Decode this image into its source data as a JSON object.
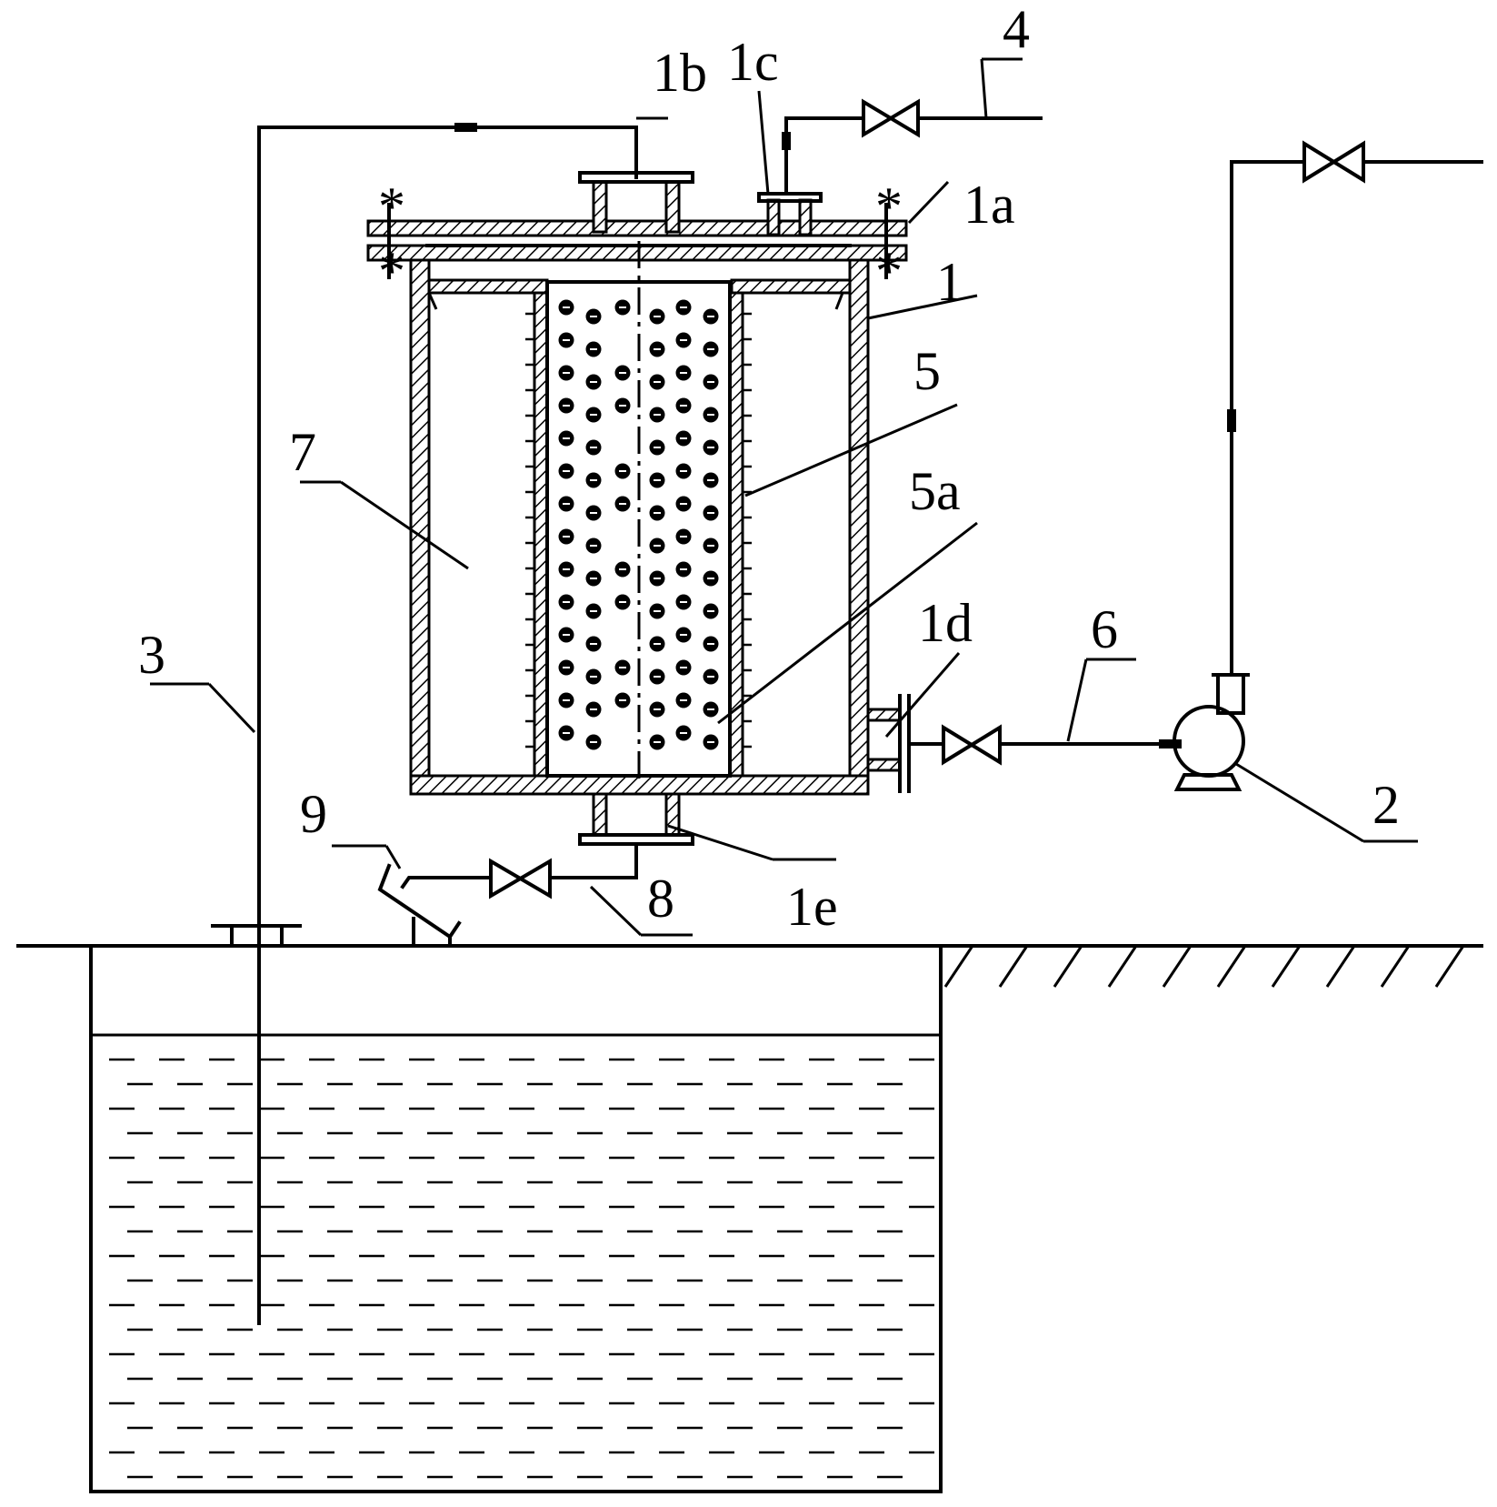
{
  "labels": {
    "l1": "1",
    "l1a": "1a",
    "l1b": "1b",
    "l1c": "1c",
    "l1d": "1d",
    "l1e": "1e",
    "l2": "2",
    "l3": "3",
    "l4": "4",
    "l5": "5",
    "l5a": "5a",
    "l6": "6",
    "l7": "7",
    "l8": "8",
    "l9": "9"
  }
}
